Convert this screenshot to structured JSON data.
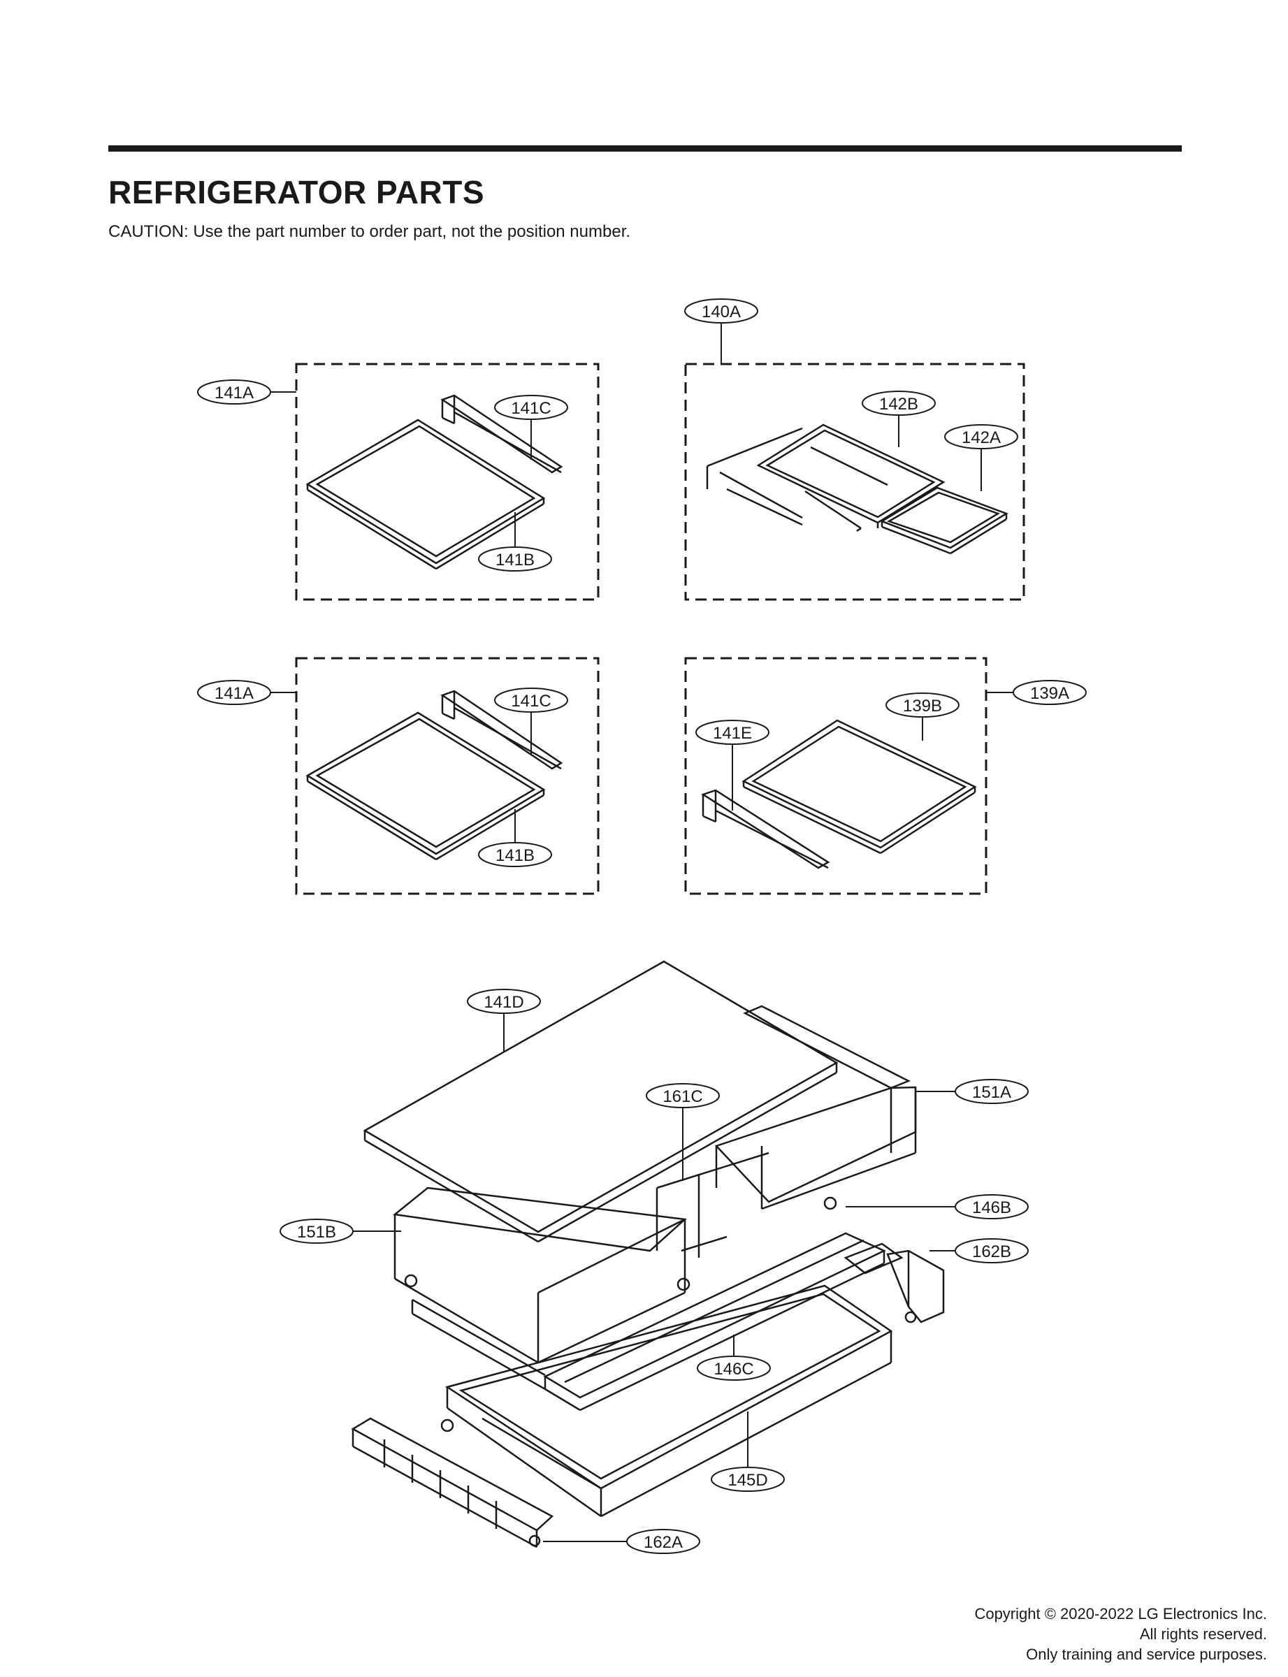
{
  "header": {
    "title": "REFRIGERATOR PARTS",
    "caution": "CAUTION: Use the part number to order part, not the position number."
  },
  "callouts": {
    "c140A": "140A",
    "c141A_1": "141A",
    "c141C_1": "141C",
    "c141B_1": "141B",
    "c142B": "142B",
    "c142A": "142A",
    "c141A_2": "141A",
    "c141C_2": "141C",
    "c141B_2": "141B",
    "c139B": "139B",
    "c139A": "139A",
    "c141E": "141E",
    "c141D": "141D",
    "c161C": "161C",
    "c151A": "151A",
    "c146B": "146B",
    "c151B": "151B",
    "c162B": "162B",
    "c146C": "146C",
    "c145D": "145D",
    "c162A": "162A"
  },
  "footer": {
    "line1": "Copyright © 2020-2022 LG Electronics Inc.",
    "line2": "All rights reserved.",
    "line3": "Only training and service purposes."
  }
}
